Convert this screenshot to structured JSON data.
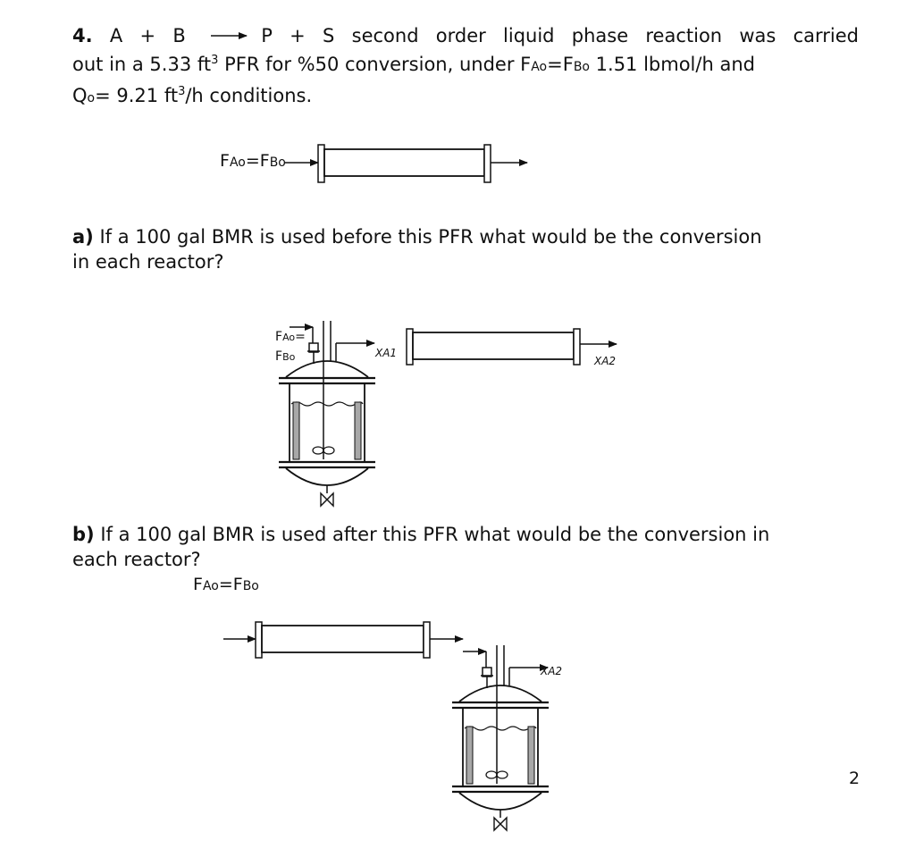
{
  "problem": {
    "number": "4.",
    "reactants": "A + B",
    "products": "P + S",
    "text_l1": "second order liquid phase reaction was carried",
    "text_l2_a": "out in a 5.33 ft",
    "sup3": "3",
    "text_l2_b": " PFR for %50 conversion, under F",
    "sub_ao": "Ao",
    "eq": "=F",
    "sub_bo": "Bo",
    "text_l2_c": " 1.51 lbmol/h  and",
    "q": "Q",
    "sub_o": "o",
    "text_l3_a": "= 9.21 ft",
    "text_l3_b": "/h conditions."
  },
  "fig1": {
    "f": "F",
    "sub_ao": "Ao",
    "eq": "=F",
    "sub_bo": "Bo"
  },
  "part_a": {
    "label": "a)",
    "l1": "If a 100 gal BMR is used before this PFR what would be the conversion",
    "l2": "in each reactor?"
  },
  "fig2": {
    "fao": "F",
    "sub_ao": "Ao",
    "eq": "=",
    "fbo": "F",
    "sub_bo": "Bo",
    "xa1": "XA1",
    "xa2": "XA2"
  },
  "part_b": {
    "label": "b)",
    "l1": "If a 100 gal BMR is used after this PFR what would be the conversion in",
    "l2": "each reactor?"
  },
  "fig3": {
    "f": "F",
    "sub_ao": "Ao",
    "eq": "=F",
    "sub_bo": "Bo",
    "xa2": "XA2"
  },
  "page_number": "2"
}
